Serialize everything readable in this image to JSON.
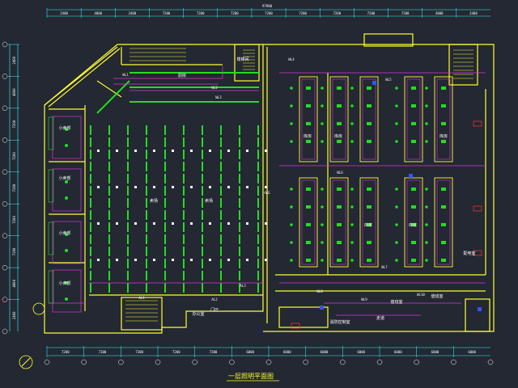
{
  "drawing": {
    "title": "一层照明平面图",
    "overall_dimension": "97980",
    "top_dimensions": [
      "2400",
      "4800",
      "2400",
      "7200",
      "7200",
      "7200",
      "7200",
      "7200",
      "7200",
      "7200",
      "7200",
      "4800",
      "2400"
    ],
    "bottom_dimensions": [
      "7200",
      "7200",
      "7200",
      "7200",
      "7200",
      "6000",
      "6000",
      "6000",
      "6000",
      "6000",
      "6000",
      "6000"
    ],
    "left_dimensions": [
      "2400",
      "4800",
      "7200",
      "7200",
      "7200",
      "7200",
      "7200",
      "4800",
      "2400"
    ],
    "room_labels": [
      "小卖部",
      "小卖部",
      "小卖部",
      "小卖部",
      "卖场",
      "卖场",
      "厨房",
      "库房",
      "库房",
      "库房",
      "库房",
      "库房",
      "值班室",
      "值班室",
      "配电室",
      "楼梯间",
      "门厅",
      "办公室",
      "消防控制室",
      "走道"
    ],
    "circuit_labels": [
      "WL1",
      "WL2",
      "WL3",
      "WL4",
      "WL5",
      "WL6",
      "WL7",
      "WL8",
      "WL9",
      "WL10",
      "AL1",
      "AL2",
      "AL3",
      "ALE"
    ]
  },
  "colors": {
    "background": "#232832",
    "wall": "#ffff33",
    "light_fixture": "#22dd22",
    "wiring": "#dd33dd",
    "dimension": "#33ffff",
    "text": "#ffffff",
    "equipment": "#3355ff",
    "red_mark": "#ff3333"
  },
  "symbols": [
    "north-arrow-icon",
    "light-fixture-icon",
    "outlet-icon",
    "switch-icon"
  ]
}
